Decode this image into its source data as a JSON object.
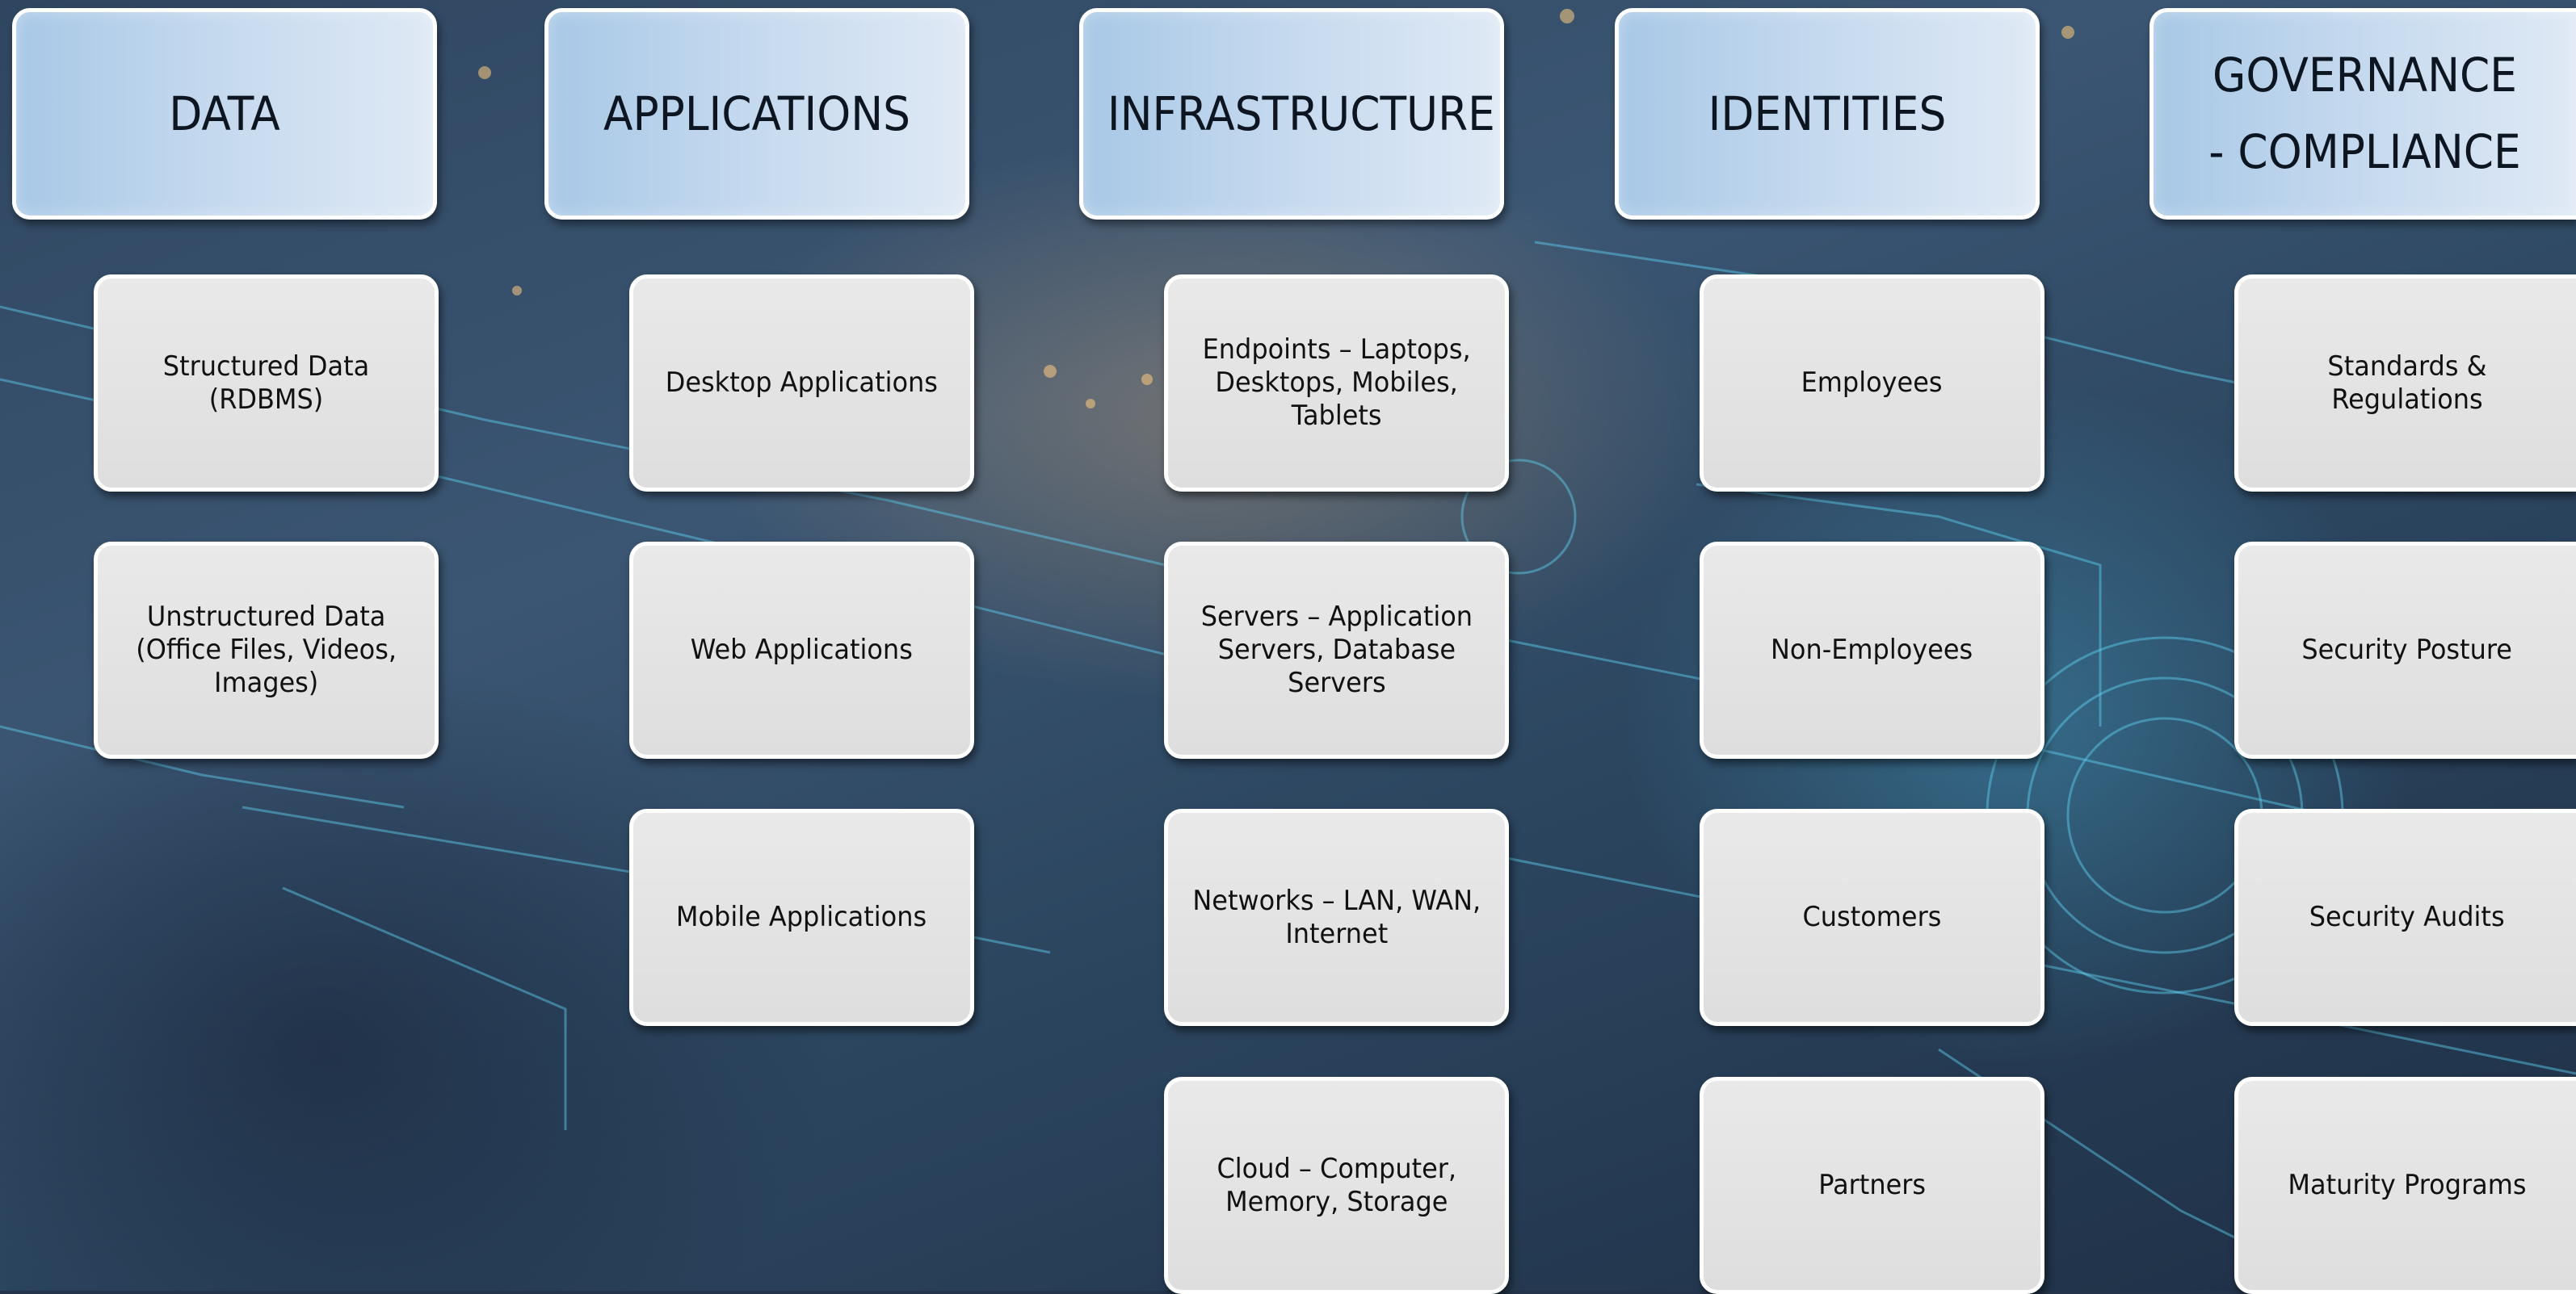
{
  "columns": [
    {
      "header": "DATA",
      "items": [
        "Structured Data (RDBMS)",
        "Unstructured Data\n(Office Files, Videos,\nImages)"
      ]
    },
    {
      "header": "APPLICATIONS",
      "items": [
        "Desktop Applications",
        "Web Applications",
        "Mobile Applications"
      ]
    },
    {
      "header": "INFRASTRUCTURE",
      "items": [
        "Endpoints – Laptops,\nDesktops, Mobiles,\nTablets",
        "Servers – Application\nServers, Database\nServers",
        "Networks – LAN, WAN,\nInternet",
        "Cloud – Computer,\nMemory, Storage"
      ]
    },
    {
      "header": "IDENTITIES",
      "items": [
        "Employees",
        "Non-Employees",
        "Customers",
        "Partners"
      ]
    },
    {
      "header": "GOVERNANCE\n- COMPLIANCE",
      "items": [
        "Standards & Regulations",
        "Security Posture",
        "Security Audits",
        "Maturity Programs"
      ]
    }
  ]
}
